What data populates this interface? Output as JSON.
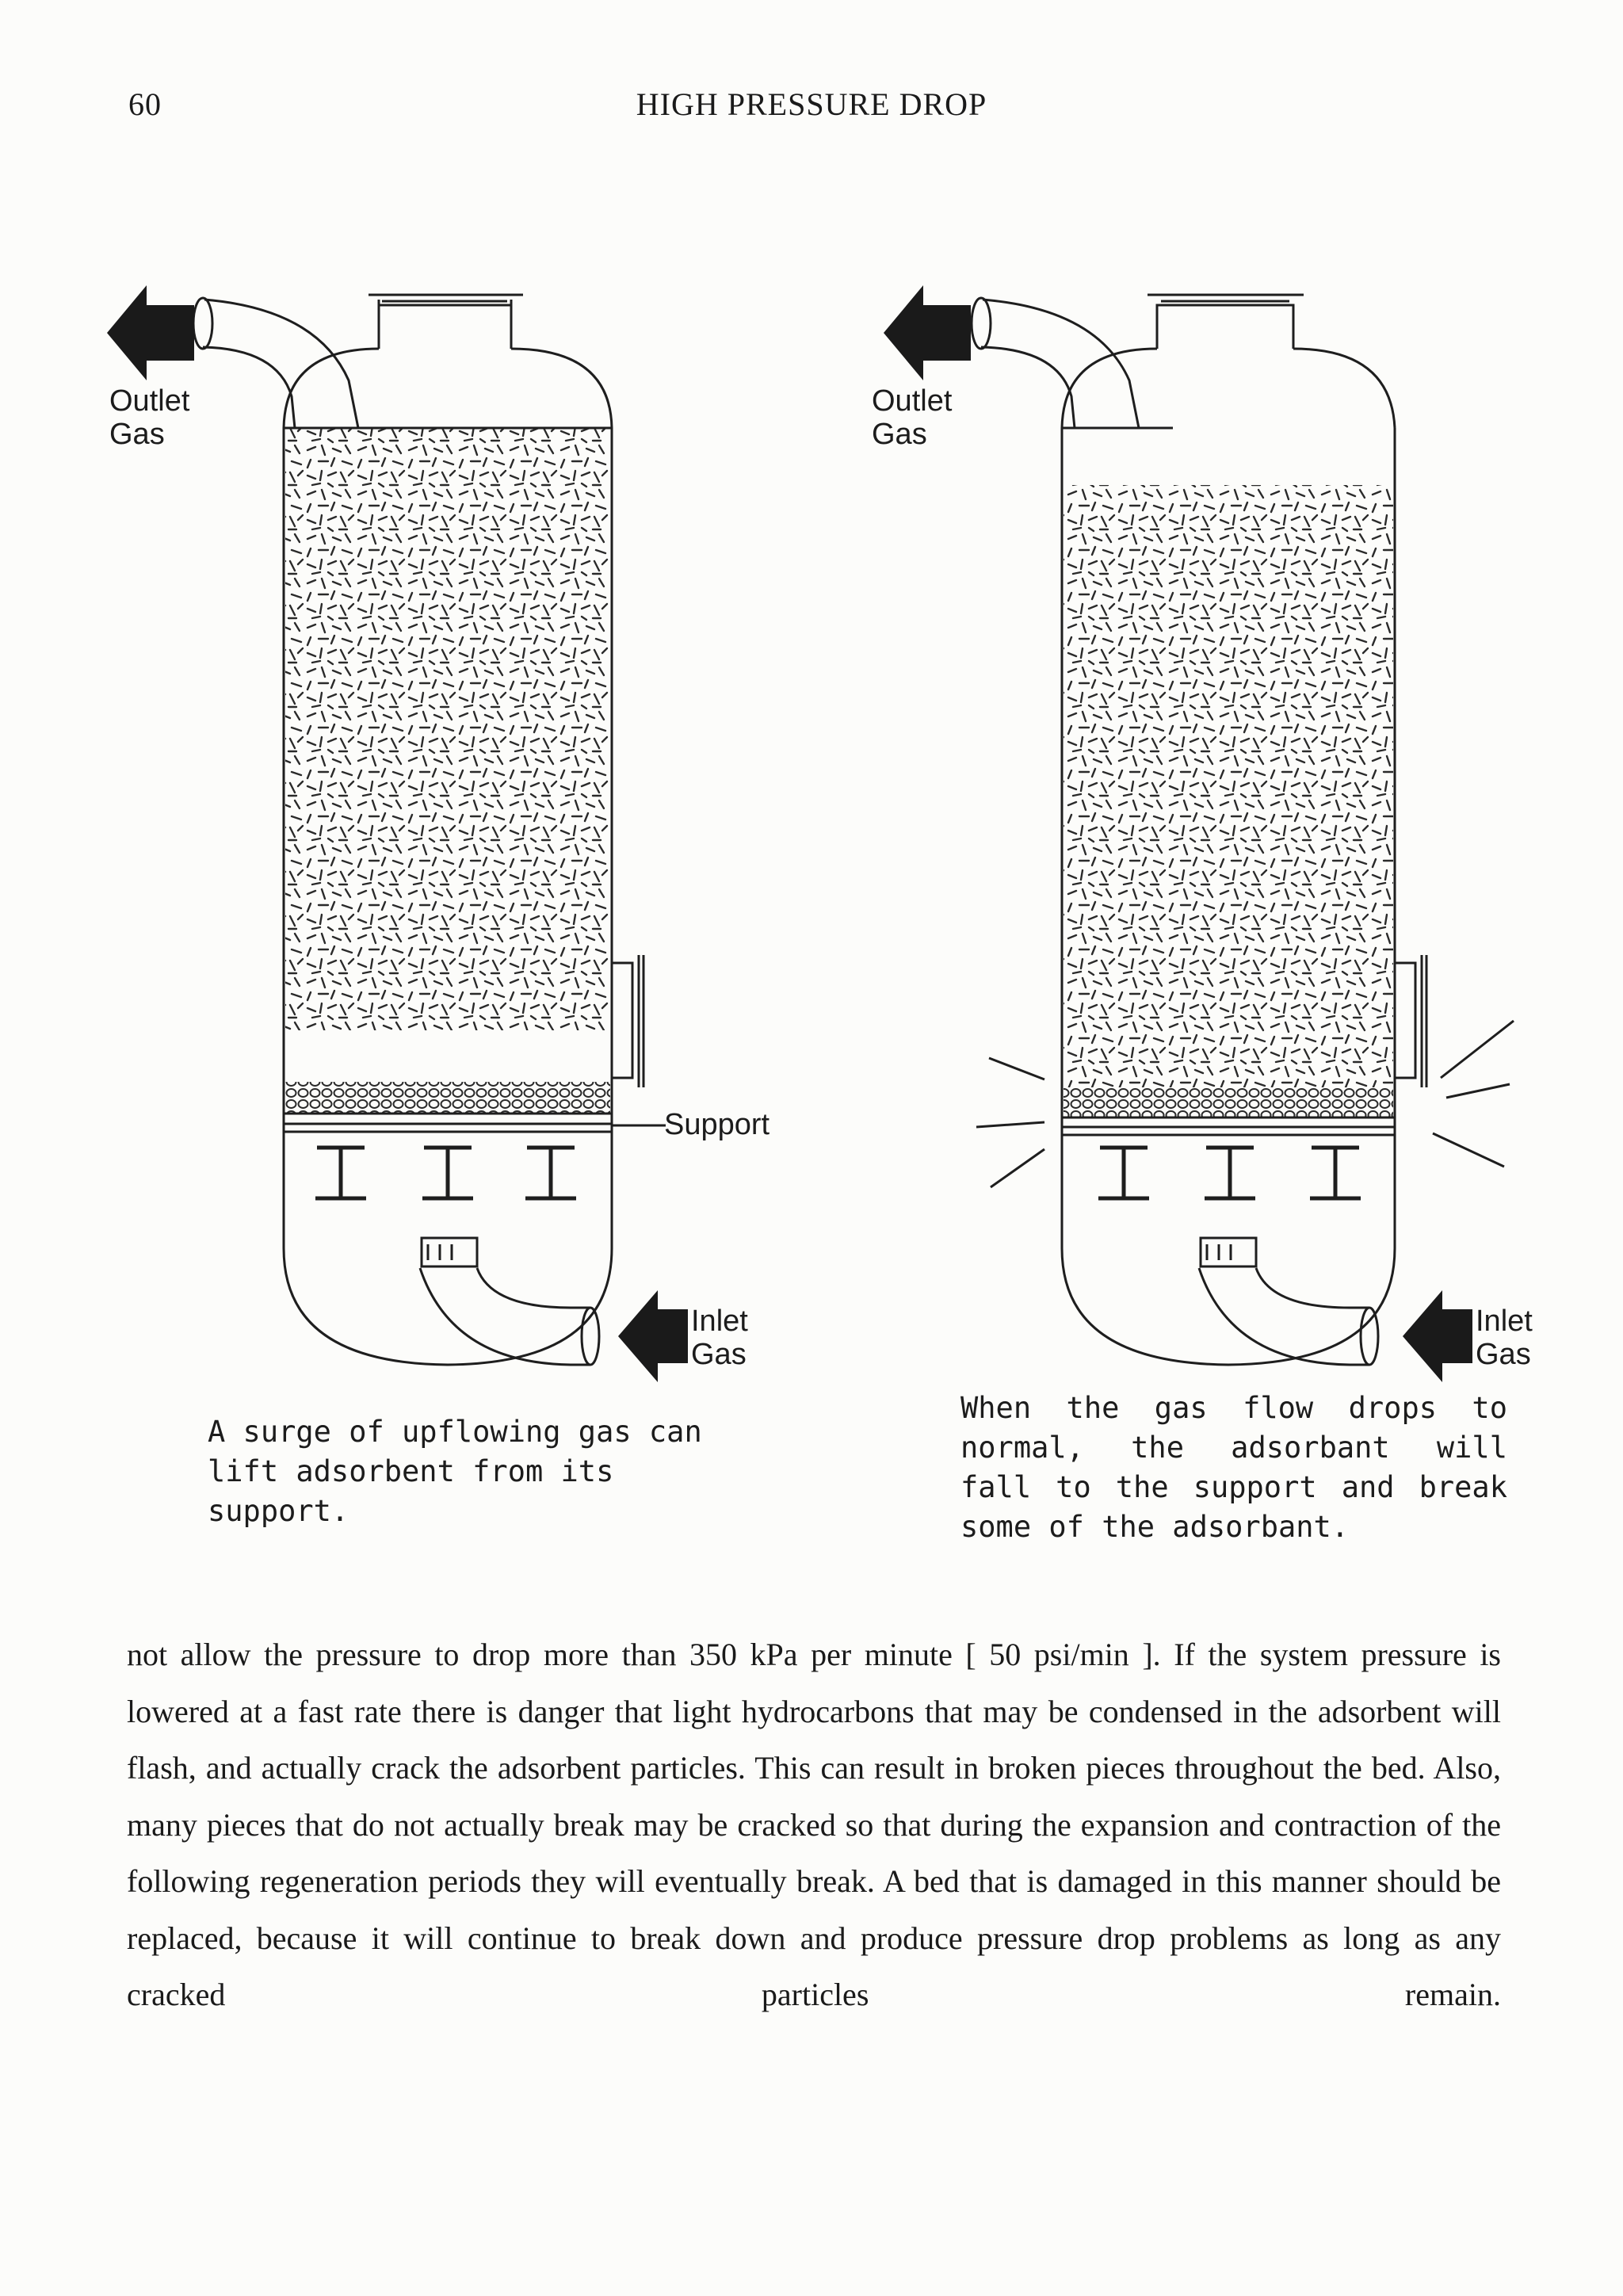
{
  "header": {
    "page_number": "60",
    "running_title": "HIGH PRESSURE DROP"
  },
  "figures": {
    "left": {
      "outlet_label_line1": "Outlet",
      "outlet_label_line2": "Gas",
      "support_label": "Support",
      "inlet_label_line1": "Inlet",
      "inlet_label_line2": "Gas",
      "caption": "A surge of upflowing gas can lift adsorbent from its support."
    },
    "right": {
      "outlet_label_line1": "Outlet",
      "outlet_label_line2": "Gas",
      "inlet_label_line1": "Inlet",
      "inlet_label_line2": "Gas",
      "caption": "When the gas flow drops to normal, the adsorbant will fall to the support and break some of the adsorbant."
    }
  },
  "body": {
    "paragraph": "not allow the pressure to drop more than 350 kPa per minute [ 50 psi/min ]. If the system pressure is lowered at a fast rate there is danger that light hydrocarbons that may be condensed in the adsorbent will flash, and actually crack the adsorbent particles. This can result in broken pieces throughout the bed. Also, many pieces that do not actually break may be cracked so that during the expansion and contraction of the following regeneration periods they will eventually break. A bed that is damaged in this manner should be replaced, because it will continue to break down and produce pressure drop problems as long as any cracked particles remain."
  }
}
